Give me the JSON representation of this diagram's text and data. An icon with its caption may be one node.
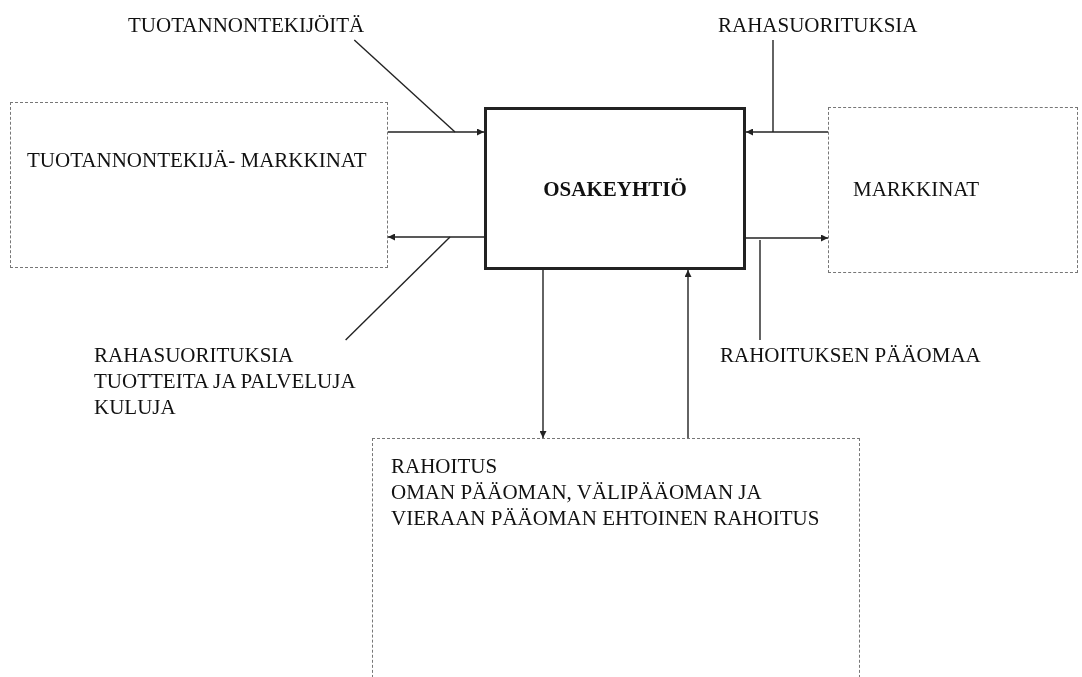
{
  "diagram": {
    "nodes": [
      {
        "text": [
          "TUOTANNONTEKIJÄ- MARKKINAT"
        ]
      },
      {
        "text": [
          "OSAKEYHTIÖ"
        ]
      },
      {
        "text": [
          "MARKKINAT"
        ]
      },
      {
        "text": [
          "RAHOITUS",
          "OMAN PÄÄOMAN, VÄLIPÄÄOMAN JA VIERAAN PÄÄOMAN EHTOINEN RAHOITUS"
        ]
      },
      {
        "text": [
          "TUOTANNONTEKIJÖITÄ"
        ]
      },
      {
        "text": [
          "RAHASUORITUKSIA"
        ]
      },
      {
        "text": [
          "RAHASUORITUKSIA",
          "TUOTTEITA JA PALVELUJA",
          "KULUJA"
        ]
      },
      {
        "text": [
          "RAHOITUKSEN PÄÄOMAA"
        ]
      }
    ],
    "edges": [
      {
        "from": 0,
        "to": 1,
        "arrow": "to"
      },
      {
        "from": 2,
        "to": 1,
        "arrow": "to"
      },
      {
        "from": 1,
        "to": 0,
        "arrow": "to"
      },
      {
        "from": 1,
        "to": 2,
        "arrow": "to"
      },
      {
        "from": 1,
        "to": 3,
        "arrow": "to"
      },
      {
        "from": 3,
        "to": 1,
        "arrow": "to"
      },
      {
        "from": 4,
        "to": null,
        "arrow": "none"
      },
      {
        "from": 5,
        "to": null,
        "arrow": "none"
      },
      {
        "from": 6,
        "to": null,
        "arrow": "none"
      },
      {
        "from": 7,
        "to": null,
        "arrow": "none"
      }
    ]
  }
}
